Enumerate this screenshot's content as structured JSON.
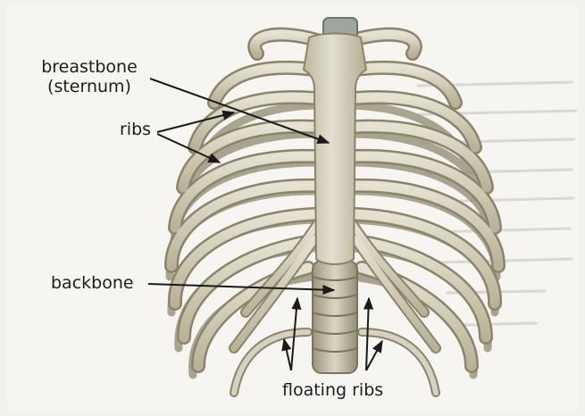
{
  "labels": {
    "breastbone": "breastbone",
    "sternum": "(sternum)",
    "ribs": "ribs",
    "backbone": "backbone",
    "floating_ribs": "floating ribs"
  },
  "colors": {
    "page": "#f3f1ee",
    "background_text": "#c9c6c1",
    "bone": "#d8d4c2",
    "bone_shadow": "#9e977c",
    "bone_dark": "#7f7862",
    "spine": "#cfcab3",
    "arrow": "#1a1a1a"
  }
}
